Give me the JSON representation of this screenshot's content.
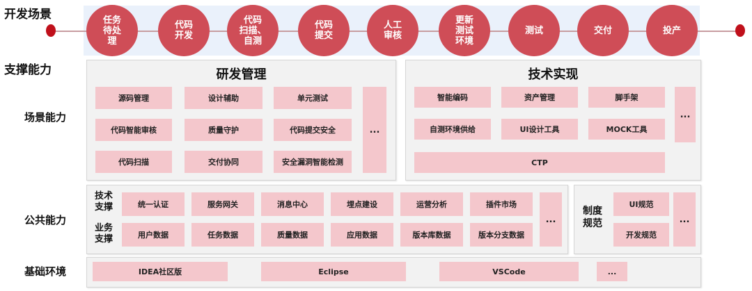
{
  "dev_scenarios": {
    "title": "开发场景",
    "steps": [
      "任务\n待处\n理",
      "代码\n开发",
      "代码\n扫描、\n自测",
      "代码\n提交",
      "人工\n审核",
      "更新\n测试\n环境",
      "测试",
      "交付",
      "投产"
    ]
  },
  "support": {
    "title": "支撑能力",
    "scenario_capability": {
      "label": "场景能力",
      "rd_management": {
        "title": "研发管理",
        "items": [
          "源码管理",
          "设计辅助",
          "单元测试",
          "代码智能审核",
          "质量守护",
          "代码提交安全",
          "代码扫描",
          "交付协同",
          "安全漏洞智能检测"
        ],
        "more": "..."
      },
      "tech_impl": {
        "title": "技术实现",
        "items": [
          "智能编码",
          "资产管理",
          "脚手架",
          "自测环境供给",
          "UI设计工具",
          "MOCK工具",
          "CTP"
        ],
        "more": "..."
      }
    },
    "public_capability": {
      "label": "公共能力",
      "tech_support_label": "技术\n支撑",
      "tech_support_items": [
        "统一认证",
        "服务网关",
        "消息中心",
        "埋点建设",
        "运营分析",
        "插件市场"
      ],
      "biz_support_label": "业务\n支撑",
      "biz_support_items": [
        "用户数据",
        "任务数据",
        "质量数据",
        "应用数据",
        "版本库数据",
        "版本分支数据"
      ],
      "more": "...",
      "standards_label": "制度\n规范",
      "standards_items": [
        "UI规范",
        "开发规范"
      ],
      "standards_more": "..."
    },
    "base_env": {
      "label": "基础环境",
      "items": [
        "IDEA社区版",
        "Eclipse",
        "VSCode"
      ],
      "more": "..."
    }
  }
}
